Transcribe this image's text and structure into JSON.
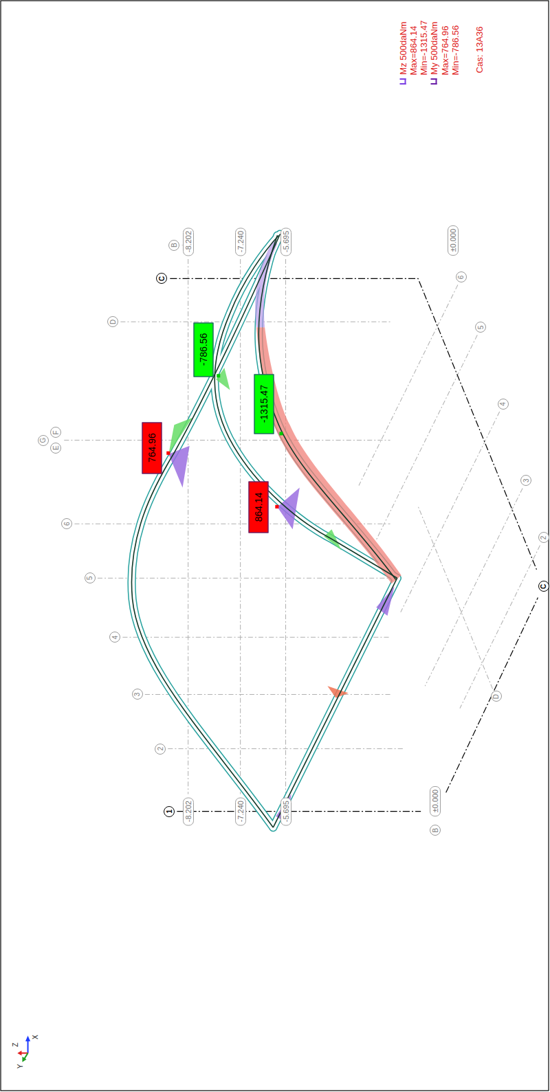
{
  "diagram": {
    "nodes": [
      {
        "text": [
          "764.96"
        ]
      },
      {
        "text": [
          "-786.56"
        ]
      },
      {
        "text": [
          "-1315.47"
        ]
      },
      {
        "text": [
          "864.14"
        ]
      },
      {
        "text": [
          "G"
        ]
      },
      {
        "text": [
          "F"
        ]
      },
      {
        "text": [
          "E"
        ]
      },
      {
        "text": [
          "6"
        ]
      },
      {
        "text": [
          "5"
        ]
      },
      {
        "text": [
          "4"
        ]
      },
      {
        "text": [
          "3"
        ]
      },
      {
        "text": [
          "2"
        ]
      },
      {
        "text": [
          "1"
        ]
      },
      {
        "text": [
          "D"
        ]
      },
      {
        "text": [
          "C"
        ]
      },
      {
        "text": [
          "B"
        ]
      },
      {
        "text": [
          "6"
        ]
      },
      {
        "text": [
          "5"
        ]
      },
      {
        "text": [
          "4"
        ]
      },
      {
        "text": [
          "3"
        ]
      },
      {
        "text": [
          "2"
        ]
      },
      {
        "text": [
          "C"
        ]
      },
      {
        "text": [
          "D"
        ]
      },
      {
        "text": [
          "B"
        ]
      },
      {
        "text": [
          "-8.202"
        ]
      },
      {
        "text": [
          "-7.240"
        ]
      },
      {
        "text": [
          "-5.695"
        ]
      },
      {
        "text": [
          "±0.000"
        ]
      },
      {
        "text": [
          "-8.202"
        ]
      },
      {
        "text": [
          "-7.240"
        ]
      },
      {
        "text": [
          "-5.695"
        ]
      },
      {
        "text": [
          "±0.000"
        ]
      }
    ],
    "labels": [
      "Max=864.14",
      "Min=-1315.47",
      "Max=764.96",
      "Min=-786.56",
      "Cas: 13A36",
      "Z",
      "X",
      "Y"
    ],
    "legend": [
      {
        "text": "Mz 500daNm",
        "color": "#7b3fe4"
      },
      {
        "text": "My 500daNm",
        "color": "#6a1fa8"
      }
    ]
  }
}
